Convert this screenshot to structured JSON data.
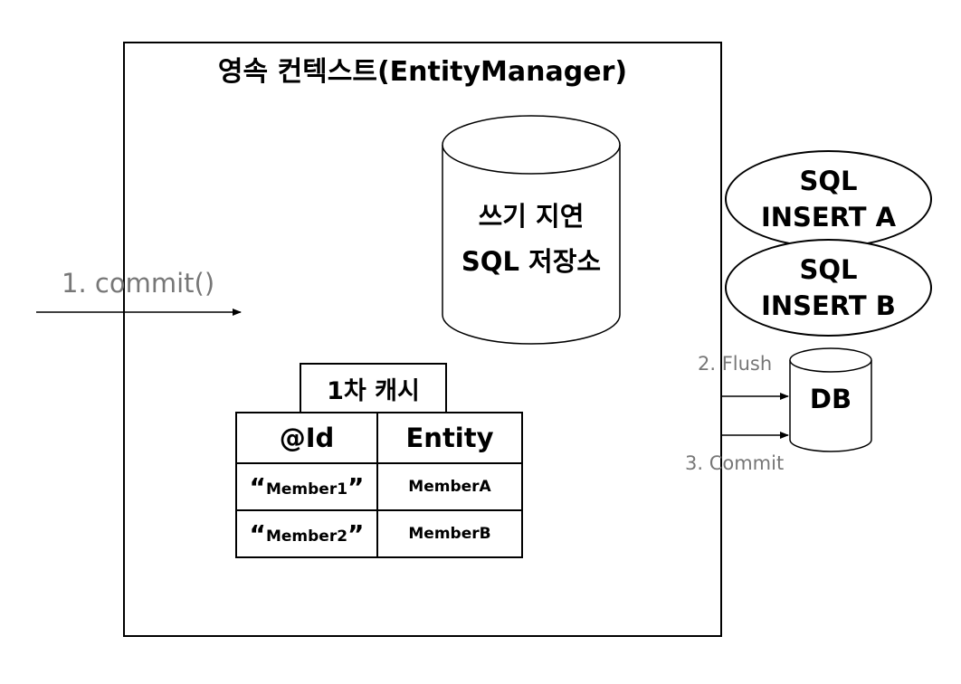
{
  "context": {
    "title": "영속 컨텍스트(EntityManager)"
  },
  "write_behind_store": {
    "line1": "쓰기 지연",
    "line2": "SQL 저장소"
  },
  "sql_queue": [
    {
      "line1": "SQL",
      "line2": "INSERT A"
    },
    {
      "line1": "SQL",
      "line2": "INSERT B"
    }
  ],
  "first_level_cache": {
    "title": "1차 캐시",
    "columns": [
      "@Id",
      "Entity"
    ],
    "rows": [
      {
        "id": "Member1",
        "entity": "MemberA"
      },
      {
        "id": "Member2",
        "entity": "MemberB"
      }
    ]
  },
  "steps": {
    "commit": "1. commit()",
    "flush": "2. Flush",
    "db_commit": "3. Commit"
  },
  "db": {
    "label": "DB"
  },
  "quotes": {
    "open": "“",
    "close": "”"
  }
}
